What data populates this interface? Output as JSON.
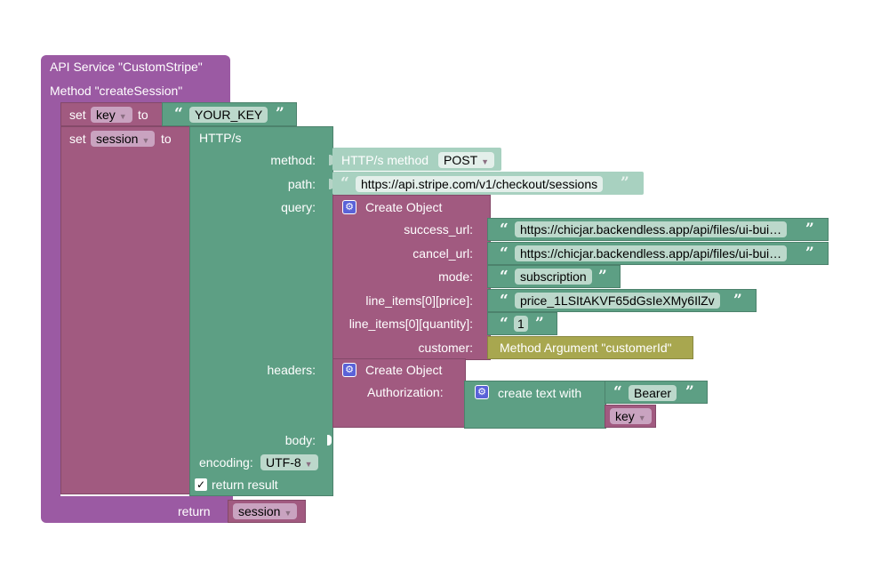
{
  "service": {
    "title": "API Service \"CustomStripe\"",
    "method": "Method \"createSession\""
  },
  "set_key": {
    "set_label": "set",
    "var": "key",
    "to_label": "to",
    "value": "YOUR_KEY"
  },
  "set_session": {
    "set_label": "set",
    "var": "session",
    "to_label": "to"
  },
  "http": {
    "title": "HTTP/s",
    "method_label": "method:",
    "method_block_label": "HTTP/s method",
    "method_value": "POST",
    "path_label": "path:",
    "path_value": "https://api.stripe.com/v1/checkout/sessions",
    "query_label": "query:",
    "headers_label": "headers:",
    "body_label": "body:",
    "encoding_label": "encoding:",
    "encoding_value": "UTF-8",
    "return_result_label": "return result",
    "return_result_checked": true
  },
  "query_object": {
    "title": "Create Object",
    "fields": [
      {
        "label": "success_url:",
        "value": "https://chicjar.backendless.app/api/files/ui-bui…"
      },
      {
        "label": "cancel_url:",
        "value": "https://chicjar.backendless.app/api/files/ui-bui…"
      },
      {
        "label": "mode:",
        "value": "subscription"
      },
      {
        "label": "line_items[0][price]:",
        "value": "price_1LSItAKVF65dGsIeXMy6IlZv"
      },
      {
        "label": "line_items[0][quantity]:",
        "value": "1"
      },
      {
        "label": "customer:",
        "value": "Method Argument \"customerId\""
      }
    ]
  },
  "headers_object": {
    "title": "Create Object",
    "authorization_label": "Authorization:",
    "text_block_label": "create text with",
    "bearer_value": "Bearer",
    "key_var": "key"
  },
  "return": {
    "label": "return",
    "var": "session"
  },
  "colors": {
    "purple": "#9b5aa3",
    "dark_purple": "#a15a80",
    "green": "#5d9f84",
    "light_green": "#a8d1c0",
    "olive": "#a8a74f",
    "gear": "#5a62d8"
  }
}
